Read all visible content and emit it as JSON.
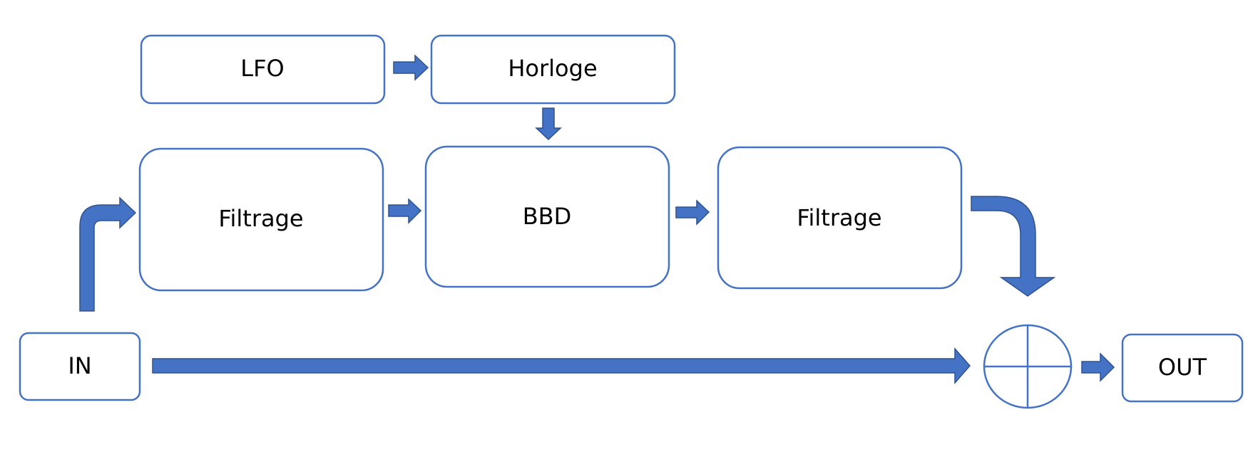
{
  "blocks": {
    "lfo": "LFO",
    "horloge": "Horloge",
    "filtrage_in": "Filtrage",
    "bbd": "BBD",
    "filtrage_out": "Filtrage",
    "input": "IN",
    "output": "OUT"
  },
  "colors": {
    "stroke": "#4472C4",
    "arrow_fill": "#4472C4",
    "arrow_edge": "#2F528F",
    "text": "#000000"
  },
  "icons": {
    "summing_junction": "circle-plus-icon"
  }
}
